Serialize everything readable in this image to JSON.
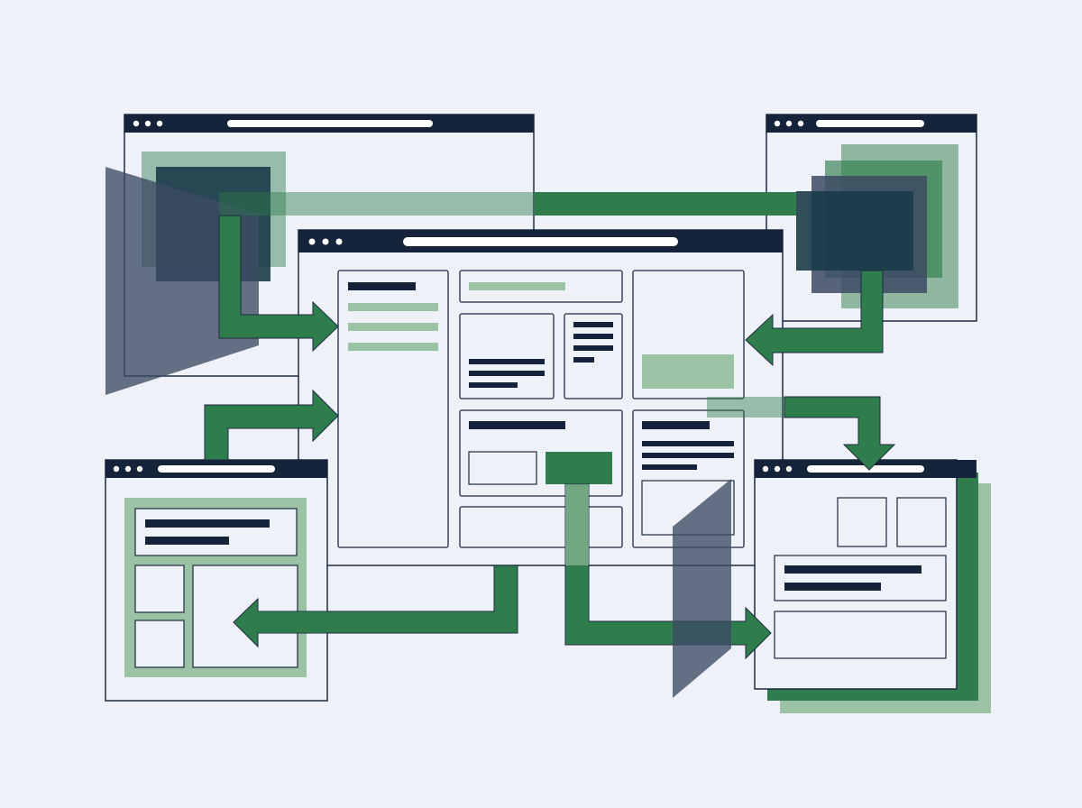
{
  "colors": {
    "background": "#eef1f7",
    "navy": "#15233b",
    "green": "#2f7d4d",
    "green_light": "#9cc2a6",
    "green_dark": "#1b3b48",
    "slate": "#5d6b82",
    "line": "#1c2a40",
    "paper": "#eef1f7"
  },
  "icons": {
    "window_controls": "three-dots-icon",
    "address_bar": "address-bar-icon",
    "flow_arrow": "arrow-icon"
  },
  "windows": [
    {
      "id": "window-top-left",
      "role": "source"
    },
    {
      "id": "window-top-right",
      "role": "source"
    },
    {
      "id": "window-main",
      "role": "hub"
    },
    {
      "id": "window-bottom-left",
      "role": "target"
    },
    {
      "id": "window-bottom-right",
      "role": "target"
    }
  ]
}
